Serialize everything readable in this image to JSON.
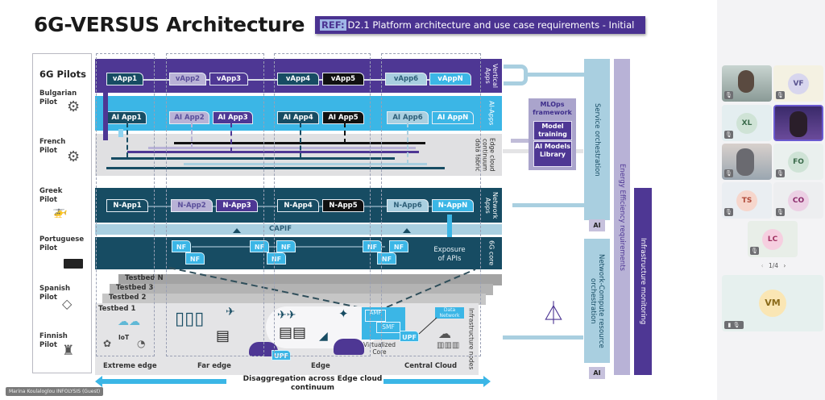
{
  "slide": {
    "title": "6G-VERSUS Architecture",
    "ref": {
      "tag": "REF:",
      "text": "D2.1 Platform architecture and use case requirements - Initial"
    },
    "pilots": {
      "heading": "6G Pilots",
      "items": [
        {
          "name": "Bulgarian Pilot",
          "line1": "Bulgarian",
          "line2": "Pilot",
          "icon": "smart-city-icon"
        },
        {
          "name": "French Pilot",
          "line1": "French",
          "line2": "Pilot",
          "icon": "water-gear-icon"
        },
        {
          "name": "Greek Pilot",
          "line1": "Greek",
          "line2": "Pilot",
          "icon": "agriculture-icon"
        },
        {
          "name": "Portuguese Pilot",
          "line1": "Portuguese",
          "line2": "Pilot",
          "icon": "robot-arm-container-icon"
        },
        {
          "name": "Spanish Pilot",
          "line1": "Spanish",
          "line2": "Pilot",
          "icon": "smart-farming-icon"
        },
        {
          "name": "Finnish Pilot",
          "line1": "Finnish",
          "line2": "Pilot",
          "icon": "tower-phone-icon"
        }
      ]
    },
    "layers": {
      "vertical": {
        "label": "Vertical Apps",
        "apps": [
          "vApp1",
          "vApp2",
          "vApp3",
          "vApp4",
          "vApp5",
          "vApp6",
          "vAppN"
        ]
      },
      "ai": {
        "label": "AI-Apps",
        "apps": [
          "AI App1",
          "AI App2",
          "AI App3",
          "AI App4",
          "AI App5",
          "AI App6",
          "AI AppN"
        ]
      },
      "fabric": {
        "label": "Edge cloud continuum data fabric"
      },
      "network": {
        "label": "Network Apps",
        "apps": [
          "N-App1",
          "N-App2",
          "N-App3",
          "N-App4",
          "N-App5",
          "N-App6",
          "N-AppN"
        ]
      },
      "capif": {
        "label": "CAPIF"
      },
      "core": {
        "label": "6G core",
        "nf_label": "NF",
        "exposure": "Exposure of APIs"
      },
      "infra": {
        "label": "Infrastructure nodes"
      }
    },
    "testbeds": [
      "Testbed N",
      "Testbed 3",
      "Testbed 2",
      "Testbed 1"
    ],
    "infra_items": {
      "iot": "IoT",
      "upf": "UPF",
      "amf": "AMF",
      "smf": "SMF",
      "data_network": "Data Network",
      "virtualized_core": "Virtualized Core"
    },
    "edges": [
      "Extreme edge",
      "Far edge",
      "Edge",
      "Central Cloud"
    ],
    "disaggregation": "Disaggregation across Edge cloud continuum",
    "mlops": {
      "title": "MLOps framework",
      "model_training": "Model training",
      "models_library": "AI Models Library"
    },
    "right_columns": {
      "service_orchestration": "Service orchestration",
      "network_compute": "Network-Compute resource orchestration",
      "energy": "Energy Efficiency requirements",
      "monitoring": "Infrastructure monitoring",
      "ai_chip": "AI"
    },
    "colors": {
      "purple": "#4e3794",
      "cyan": "#3bb6e6",
      "dark_teal": "#174c63",
      "light_blue": "#a9cfe0",
      "lilac": "#b8b2d6",
      "gray": "#a6a6a6"
    }
  },
  "meeting": {
    "participants": [
      {
        "initials": "",
        "type": "video",
        "muted": true
      },
      {
        "initials": "VF",
        "type": "avatar",
        "muted": true
      },
      {
        "initials": "XL",
        "type": "avatar",
        "muted": true
      },
      {
        "initials": "",
        "type": "video",
        "speaking": true
      },
      {
        "initials": "",
        "type": "video",
        "muted": true
      },
      {
        "initials": "FO",
        "type": "avatar",
        "muted": true
      },
      {
        "initials": "TS",
        "type": "avatar",
        "muted": true
      },
      {
        "initials": "CO",
        "type": "avatar",
        "muted": true
      },
      {
        "initials": "LC",
        "type": "avatar",
        "muted": true
      }
    ],
    "pager": {
      "prev": "‹",
      "label": "1/4",
      "next": "›"
    },
    "self": {
      "initials": "VM"
    },
    "presenter_tag": "Marina Koulaloglou INFOLYSIS (Guest)"
  }
}
